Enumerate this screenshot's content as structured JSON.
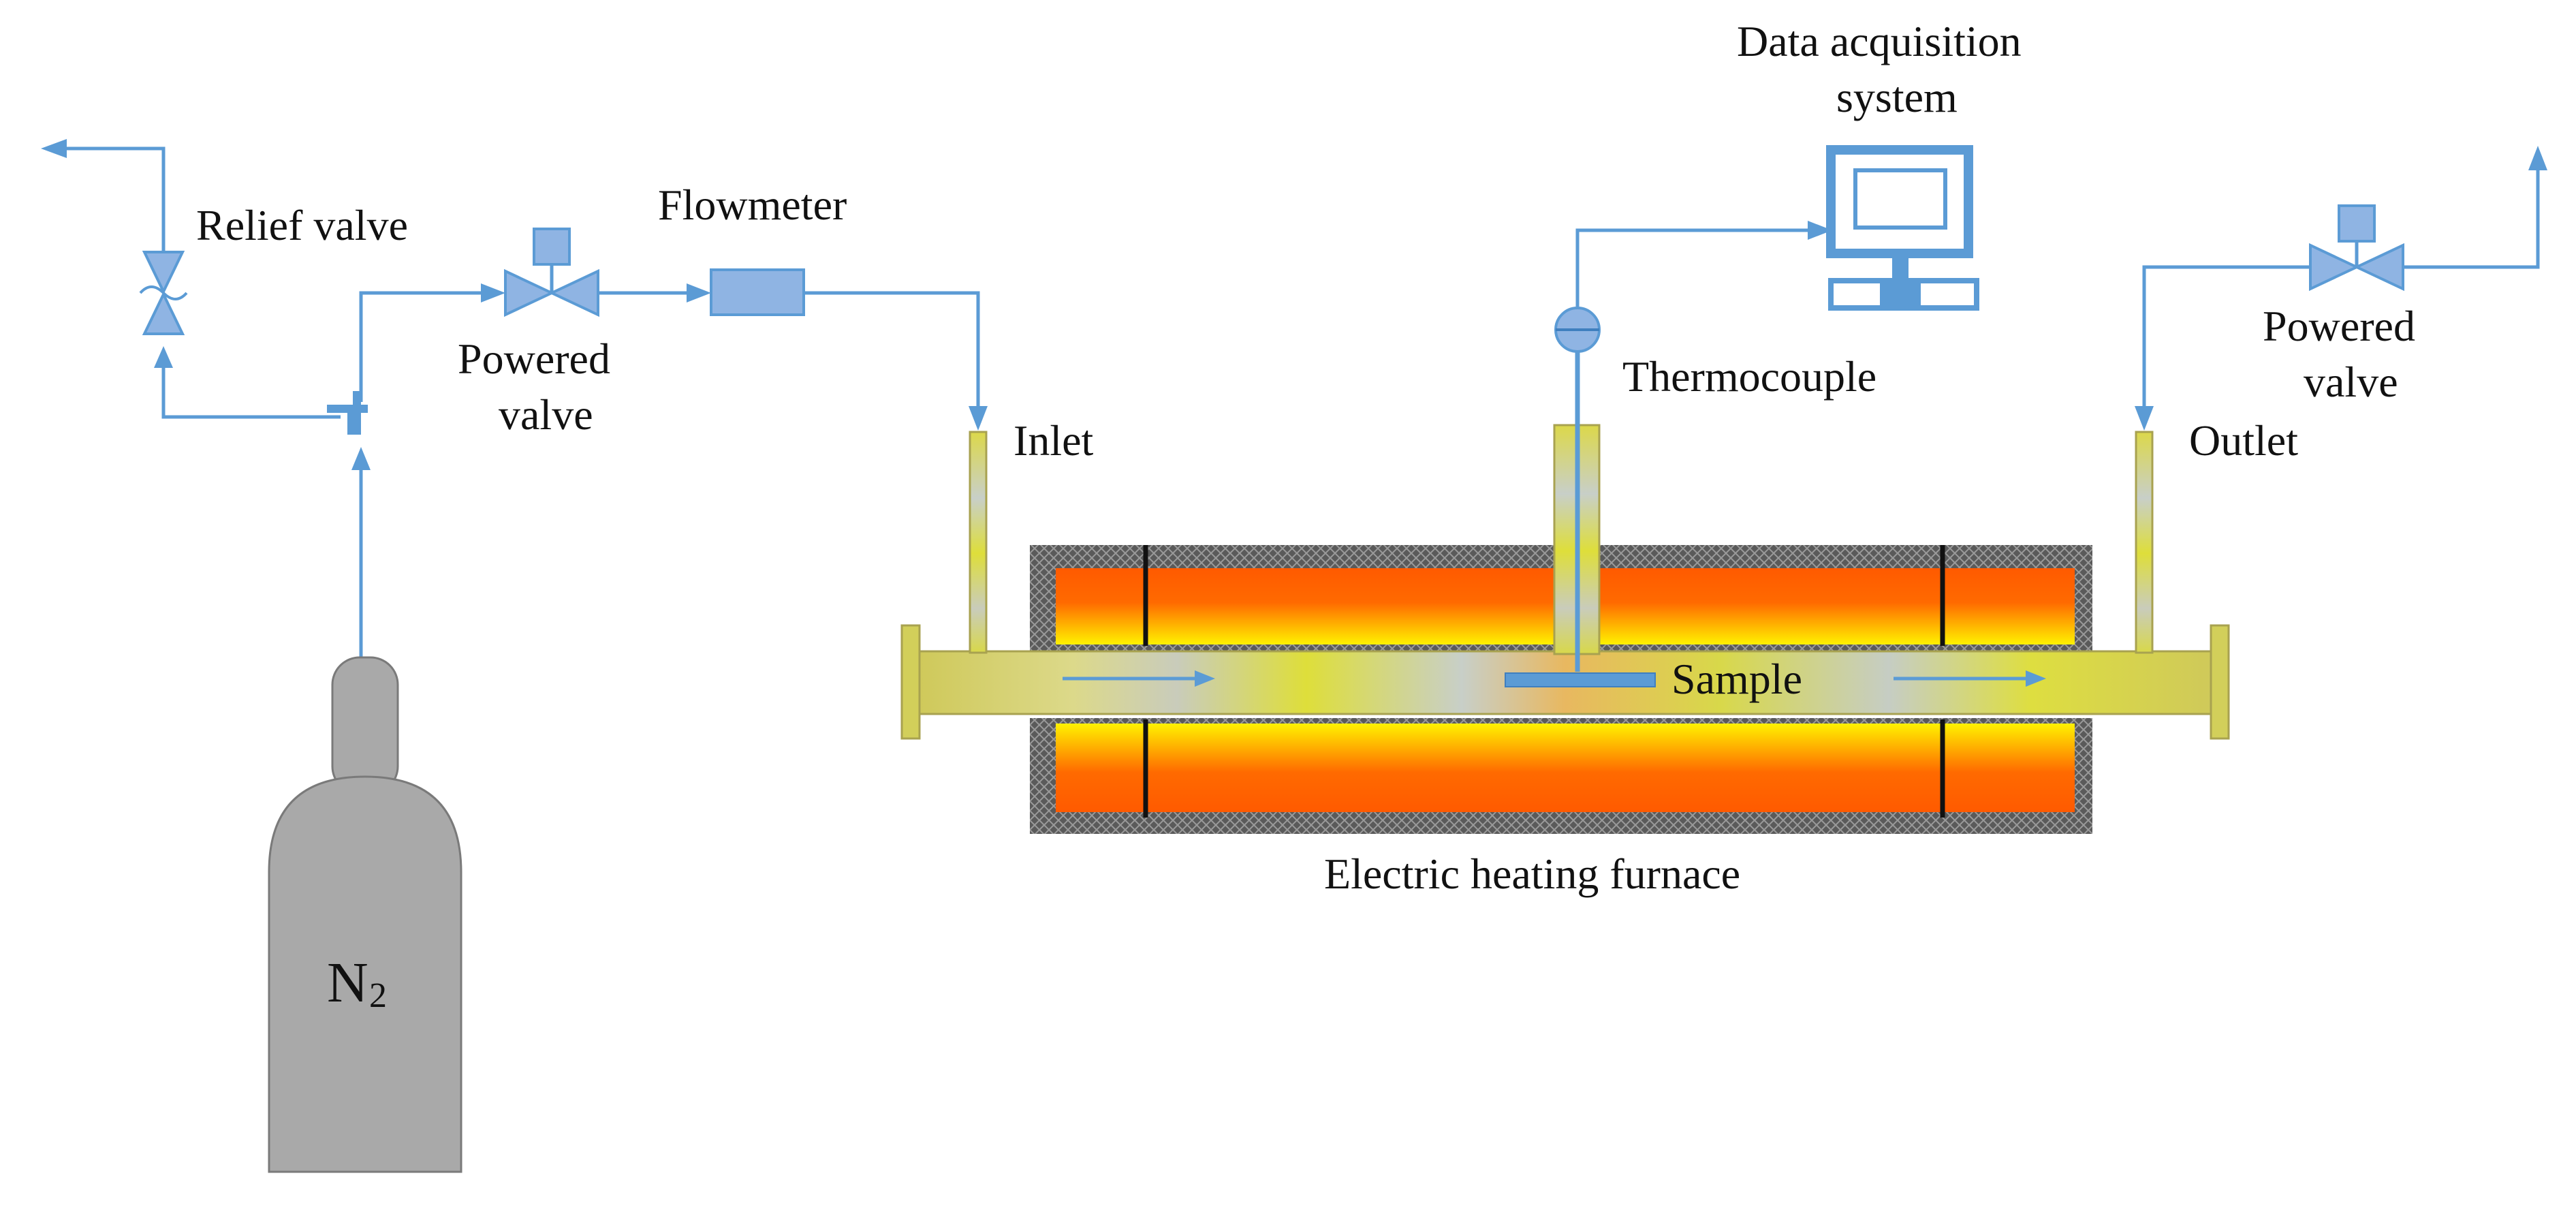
{
  "labels": {
    "relief_valve": "Relief valve",
    "powered_valve_left_line1": "Powered",
    "powered_valve_left_line2": "valve",
    "flowmeter": "Flowmeter",
    "data_acq_line1": "Data acquisition",
    "data_acq_line2": "system",
    "thermocouple": "Thermocouple",
    "powered_valve_right_line1": "Powered",
    "powered_valve_right_line2": "valve",
    "inlet": "Inlet",
    "outlet": "Outlet",
    "sample": "Sample",
    "furnace": "Electric heating furnace",
    "cylinder_symbol": "N",
    "cylinder_subscript": "2"
  },
  "colors": {
    "pipe": "#5b9bd5",
    "component_fill": "#8fb4e3",
    "furnace_hot": "#ff5a00",
    "furnace_glow": "#ffd400",
    "insulation": "#555555",
    "tube": "#d2cf5a",
    "cylinder": "#a9a9a9"
  }
}
